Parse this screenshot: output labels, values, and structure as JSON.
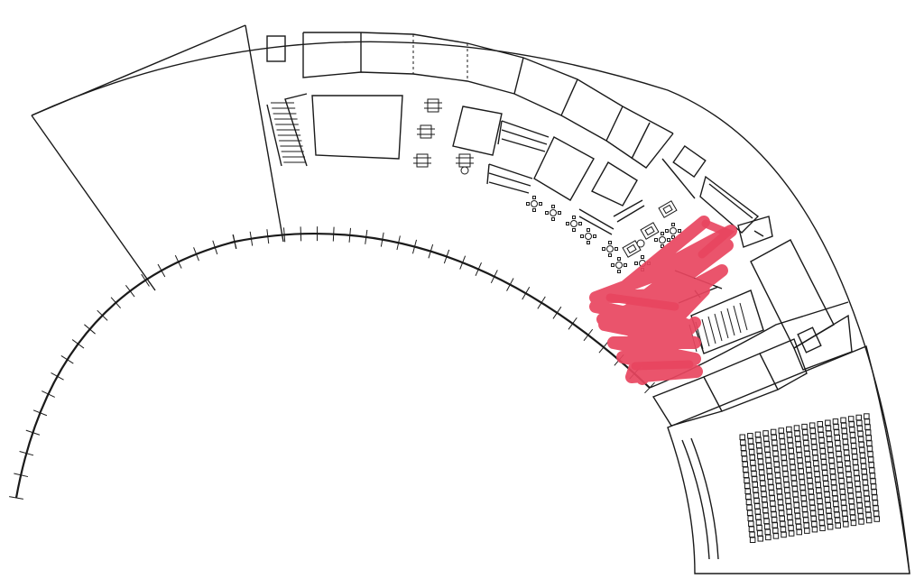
{
  "title": "",
  "colors": {
    "background": "#ffffff",
    "line": "#1a1a1a",
    "highlight": "#e8455f"
  },
  "highlight_marker": {
    "shape": "scribbled-x",
    "color": "#e8455f"
  },
  "elements": {
    "inner_colonnade_ticks": "dense",
    "auditorium_seat_grid": "regular",
    "stairs": 4,
    "table_clusters": "scattered"
  }
}
